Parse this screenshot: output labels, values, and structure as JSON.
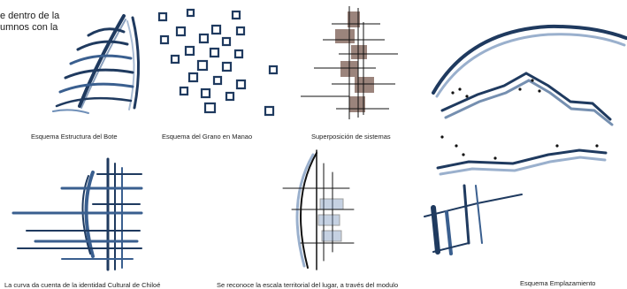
{
  "intro": {
    "line1": "e dentro de la",
    "line2": "umnos con la"
  },
  "captions": {
    "boat": "Esquema Estructura del Bote",
    "grain": "Esquema del Grano en Manao",
    "systems": "Superposición de sistemas",
    "curve": "La curva da cuenta de la identidad Cultural de Chiloé",
    "scale": "Se reconoce la escala territorial del lugar, a través del modulo",
    "site": "Esquema Emplazamiento"
  },
  "colors": {
    "ink": "#1f3a5f",
    "wash": "#3a5f8f",
    "wash_light": "#6f8fb8",
    "brown": "#8a6f66",
    "dark": "#111111"
  }
}
